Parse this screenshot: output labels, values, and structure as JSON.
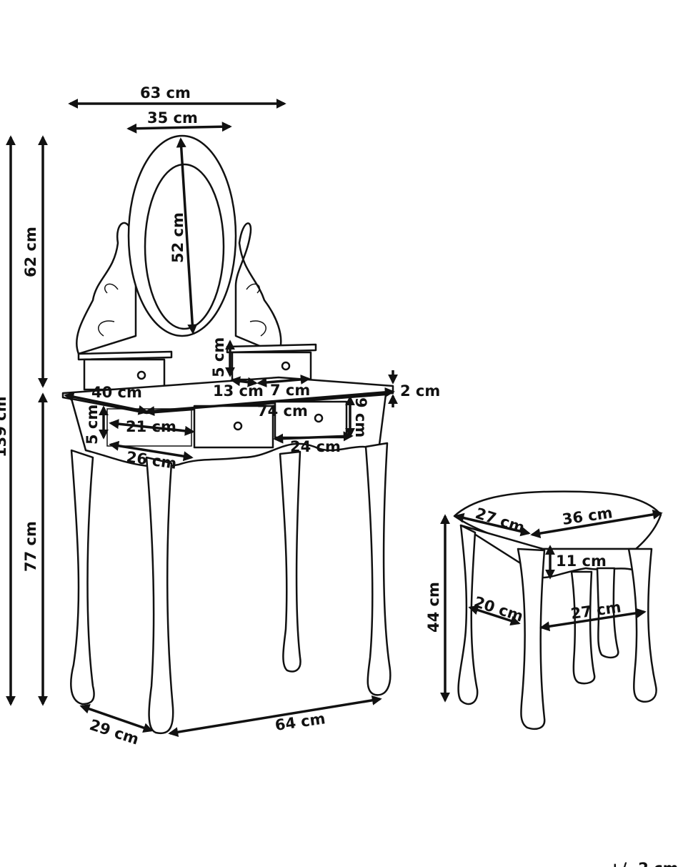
{
  "diagram": {
    "title": "Dressing table and stool dimensions",
    "tolerance": "+/- 2 cm",
    "table_labels": {
      "total_width": "63 cm",
      "mirror_width": "35 cm",
      "mirror_height": "52 cm",
      "mirror_section_height": "62 cm",
      "total_height": "139 cm",
      "table_height": "77 cm",
      "top_depth": "40 cm",
      "top_width": "74 cm",
      "top_thickness": "2 cm",
      "small_drawer_height": "5 cm",
      "small_drawer_depth": "13 cm",
      "small_drawer_width": "7 cm",
      "side_drawer_height": "5 cm",
      "side_drawer_width": "21 cm",
      "side_drawer_depth": "26 cm",
      "main_drawer_height": "9 cm",
      "main_drawer_width": "24 cm",
      "leg_depth": "29 cm",
      "leg_width": "64 cm"
    },
    "stool_labels": {
      "seat_depth": "27 cm",
      "seat_width": "36 cm",
      "apron_height": "11 cm",
      "stool_height": "44 cm",
      "leg_depth": "20 cm",
      "leg_width": "27 cm"
    }
  }
}
